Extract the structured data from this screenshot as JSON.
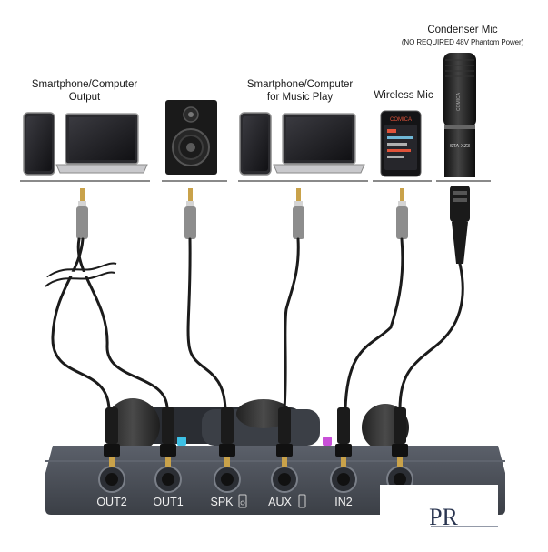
{
  "labels": {
    "output_device": "Smartphone/Computer\nOutput",
    "music_device": "Smartphone/Computer\nfor Music Play",
    "wireless_mic": "Wireless Mic",
    "condenser_mic_title": "Condenser Mic",
    "condenser_mic_note": "(NO REQUIRED 48V Phantom Power)"
  },
  "ports": [
    "OUT2",
    "OUT1",
    "SPK",
    "AUX",
    "IN2"
  ],
  "device_brand": "COMICA",
  "mic_model": "STA-XZ3",
  "logo_text": "PR",
  "colors": {
    "device_body": "#3f434b",
    "device_face": "#4a4f58",
    "cable": "#1b1b1b",
    "plug_gold": "#c9a24a",
    "plug_grey": "#8d8d8d",
    "screen": "#2a2a2e"
  }
}
